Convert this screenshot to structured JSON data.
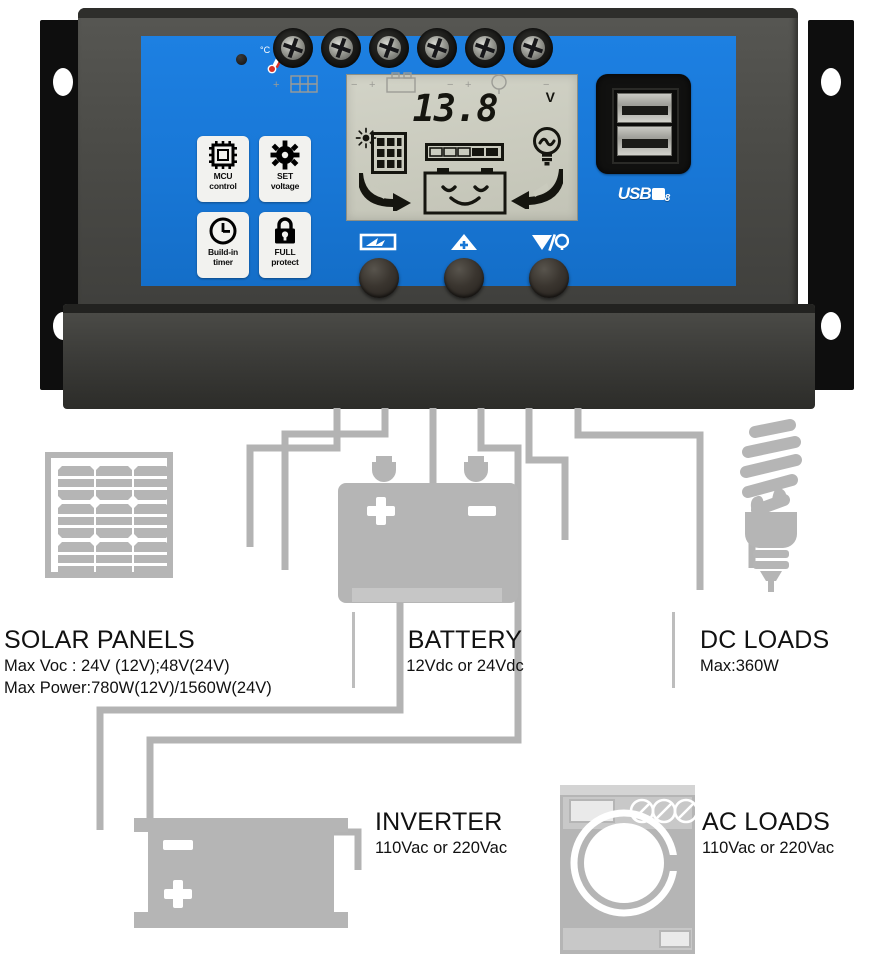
{
  "device": {
    "name": "solar-charge-controller",
    "colors": {
      "faceplate": "#1d80e2",
      "body": "#4b4b47",
      "bracket": "#0e0e0e",
      "lcd": "#c9cabd"
    },
    "led_indicator": "status-led",
    "temperature_icon": "°C",
    "badges": [
      {
        "icon": "mcu-chip-icon",
        "line1": "MCU",
        "line2": "control"
      },
      {
        "icon": "gear-icon",
        "line1": "SET",
        "line2": "voltage"
      },
      {
        "icon": "clock-icon",
        "line1": "Build-in",
        "line2": "timer"
      },
      {
        "icon": "padlock-icon",
        "line1": "FULL",
        "line2": "protect"
      }
    ],
    "lcd": {
      "voltage": "13.8",
      "unit": "V",
      "sun_icon": "sun-icon",
      "panel_icon": "solar-panel-icon",
      "bulb_icon": "load-bulb-icon",
      "battery_icon": "smiling-battery-icon",
      "battery_bars": 5,
      "battery_bars_filled": 2,
      "arrow_left": "charge-arrow-icon",
      "arrow_right": "discharge-arrow-icon"
    },
    "buttons": [
      {
        "icon": "battery-menu-icon",
        "label": "menu-button"
      },
      {
        "icon": "up-triangle-plus-icon",
        "label": "up-button"
      },
      {
        "icon": "down-triangle-load-icon",
        "label": "down-load-button"
      }
    ],
    "usb": {
      "label": "USB",
      "superscript": "8",
      "ports": 2
    },
    "terminals": [
      {
        "pos": "+",
        "group": "solar-panel"
      },
      {
        "pos": "-",
        "group": "solar-panel"
      },
      {
        "pos": "+",
        "group": "battery"
      },
      {
        "pos": "-",
        "group": "battery"
      },
      {
        "pos": "+",
        "group": "dc-load"
      },
      {
        "pos": "-",
        "group": "dc-load"
      }
    ]
  },
  "diagram": {
    "wire_color": "#b3b3b3",
    "icon_color": "#b5b5b5",
    "nodes": [
      {
        "id": "solar-panels",
        "icon": "solar-panel-icon"
      },
      {
        "id": "battery",
        "icon": "battery-icon"
      },
      {
        "id": "dc-loads",
        "icon": "cfl-bulb-icon"
      },
      {
        "id": "inverter",
        "icon": "inverter-icon"
      },
      {
        "id": "ac-loads",
        "icon": "washing-machine-icon"
      }
    ]
  },
  "labels": {
    "solar": {
      "title": "SOLAR PANELS",
      "line1": "Max Voc : 24V (12V);48V(24V)",
      "line2": "Max Power:780W(12V)/1560W(24V)"
    },
    "battery": {
      "title": "BATTERY",
      "line1": "12Vdc or 24Vdc"
    },
    "dc": {
      "title": "DC LOADS",
      "line1": "Max:360W"
    },
    "inverter": {
      "title": "INVERTER",
      "line1": "110Vac or 220Vac"
    },
    "ac": {
      "title": "AC LOADS",
      "line1": "110Vac or 220Vac"
    }
  }
}
